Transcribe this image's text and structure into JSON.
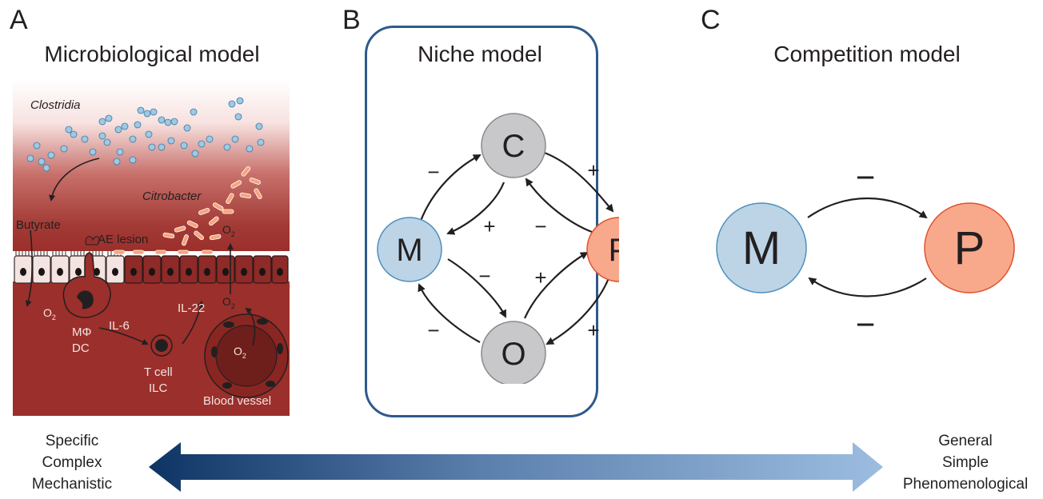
{
  "panels": {
    "a": {
      "letter": "A",
      "title": "Microbiological model",
      "labels": {
        "clostridia": "Clostridia",
        "citrobacter": "Citrobacter",
        "butyrate": "Butyrate",
        "ae_lesion": "AE lesion",
        "o2_base": "O",
        "o2_sub": "2",
        "macrophage": "MΦ",
        "dc": "DC",
        "il6": "IL-6",
        "il22": "IL-22",
        "t_cell": "T cell",
        "ilc": "ILC",
        "blood_vessel": "Blood vessel"
      }
    },
    "b": {
      "letter": "B",
      "title": "Niche model",
      "nodes": {
        "c": "C",
        "m": "M",
        "p": "P",
        "o": "O"
      },
      "signs": {
        "m_to_c": "−",
        "c_to_p": "+",
        "c_to_m": "+",
        "p_to_c": "−",
        "m_to_o": "−",
        "o_to_p": "+",
        "o_to_m": "−",
        "p_to_o": "+"
      }
    },
    "c": {
      "letter": "C",
      "title": "Competition model",
      "nodes": {
        "m": "M",
        "p": "P"
      },
      "signs": {
        "top": "−",
        "bottom": "−"
      }
    }
  },
  "scale": {
    "left": [
      "Specific",
      "Complex",
      "Mechanistic"
    ],
    "right": [
      "General",
      "Simple",
      "Phenomenological"
    ]
  },
  "colors": {
    "node_grey": "#c8c8ca",
    "node_blue": "#bcd4e6",
    "node_orange": "#f8a98c",
    "frame_blue": "#2e5a8c",
    "tissue_red": "#9b2f2b",
    "bacteria_blue": "#9ecae1",
    "bacteria_orange": "#f6a37e"
  }
}
